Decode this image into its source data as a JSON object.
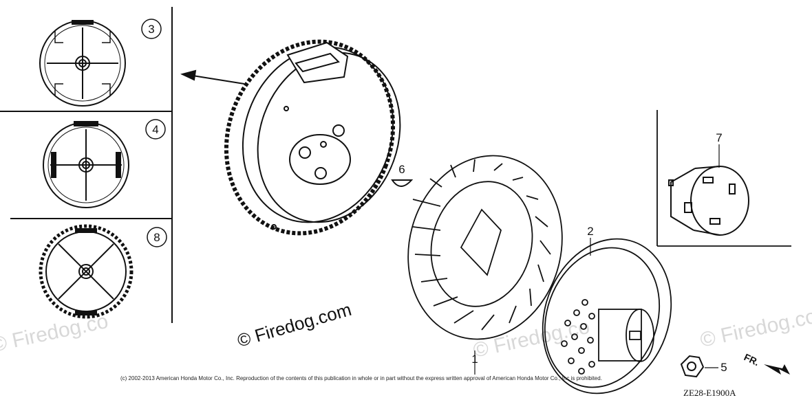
{
  "callouts": {
    "flywheel_variant_a": "3",
    "flywheel_variant_b": "4",
    "flywheel_variant_c": "8",
    "woodruff_key": "6",
    "cooling_fan": "1",
    "starter_pulley": "2",
    "flange_nut": "5",
    "pulley_adapter": "7"
  },
  "watermark_main": "© Firedog.com",
  "watermark_faint": "© Firedog.co",
  "copyright_notice": "(c) 2002-2013 American Honda Motor Co., Inc. Reproduction of the contents of this publication in whole or in part without the express written approval of American Honda Motor Co., Inc is prohibited.",
  "diagram_code": "ZE28-E1900A",
  "direction_label": "FR."
}
